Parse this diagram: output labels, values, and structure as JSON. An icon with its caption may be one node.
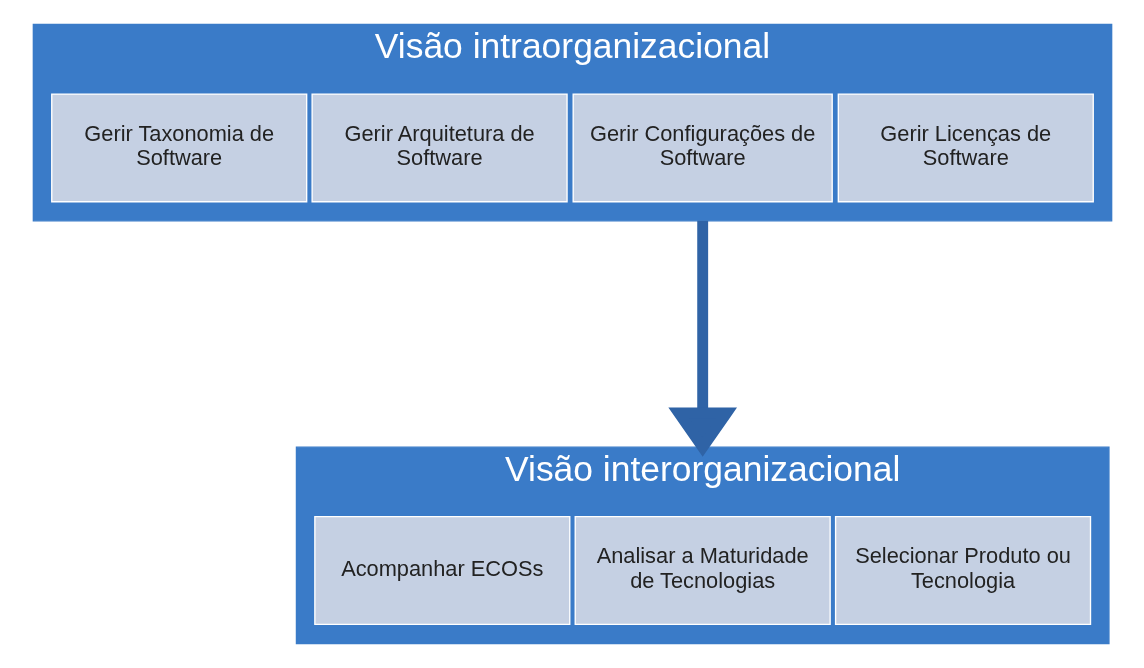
{
  "diagram": {
    "nodes": [
      {
        "text": [
          "Visão intraorganizacional"
        ]
      },
      {
        "text": [
          "Gerir Taxonomia de Software"
        ],
        "in": 0
      },
      {
        "text": [
          "Gerir Arquitetura de Software"
        ],
        "in": 0
      },
      {
        "text": [
          "Gerir Configurações de Software"
        ],
        "in": 0
      },
      {
        "text": [
          "Gerir Licenças de Software"
        ],
        "in": 0
      },
      {
        "text": [
          "Visão interorganizacional"
        ]
      },
      {
        "text": [
          "Acompanhar ECOSs"
        ],
        "in": 5
      },
      {
        "text": [
          "Analisar a Maturidade de Tecnologias"
        ],
        "in": 5
      },
      {
        "text": [
          "Selecionar Produto ou Tecnologia"
        ],
        "in": 5
      }
    ],
    "edges": [
      {
        "from": 0,
        "to": 5,
        "arrow": "to"
      }
    ]
  }
}
